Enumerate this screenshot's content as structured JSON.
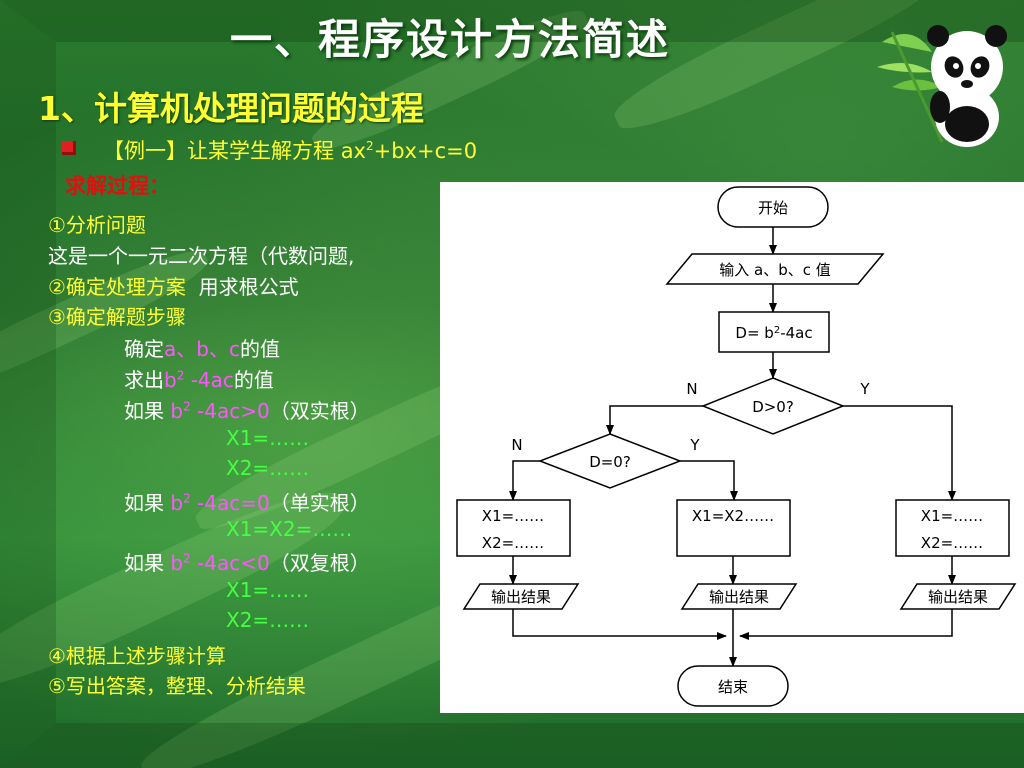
{
  "title": "一、程序设计方法简述",
  "subtitle": "1、计算机处理问题的过程",
  "example": {
    "label": "【例一】让某学生解方程",
    "equation_prefix": "ax",
    "equation_sup": "2",
    "equation_suffix": "+bx+c=0"
  },
  "process_label": "求解过程：",
  "steps": {
    "s1": "①分析问题",
    "s1_desc": "这是一个一元二次方程（代数问题,",
    "s2": "②确定处理方案",
    "s2_method": "用求根公式",
    "s3": "③确定解题步骤",
    "determine": "确定",
    "abc": "a、b、c",
    "value_of": "的值",
    "compute": "求出",
    "b": "b",
    "sup2": "2",
    "minus4ac": " -4ac",
    "if": "如果",
    "cond_gt": " -4ac>0",
    "cond_eq": " -4ac=0",
    "cond_lt": " -4ac<0",
    "two_real": "（双实根）",
    "single_real": "（单实根）",
    "two_complex": "（双复根）",
    "x1": "X1=……",
    "x2": "X2=……",
    "x1x2": "X1=X2=……",
    "s4": "④根据上述步骤计算",
    "s5": "⑤写出答案，整理、分析结果"
  },
  "flowchart": {
    "start": "开始",
    "input": "输入 a、b、c 值",
    "compute_prefix": "D= b",
    "compute_sup": "2",
    "compute_suffix": "-4ac",
    "decision1": "D>0?",
    "decision2": "D=0?",
    "no": "N",
    "yes": "Y",
    "box_x1": "X1=……",
    "box_x2": "X2=……",
    "box_equal": "X1=X2……",
    "output": "输出结果",
    "end": "结束"
  }
}
